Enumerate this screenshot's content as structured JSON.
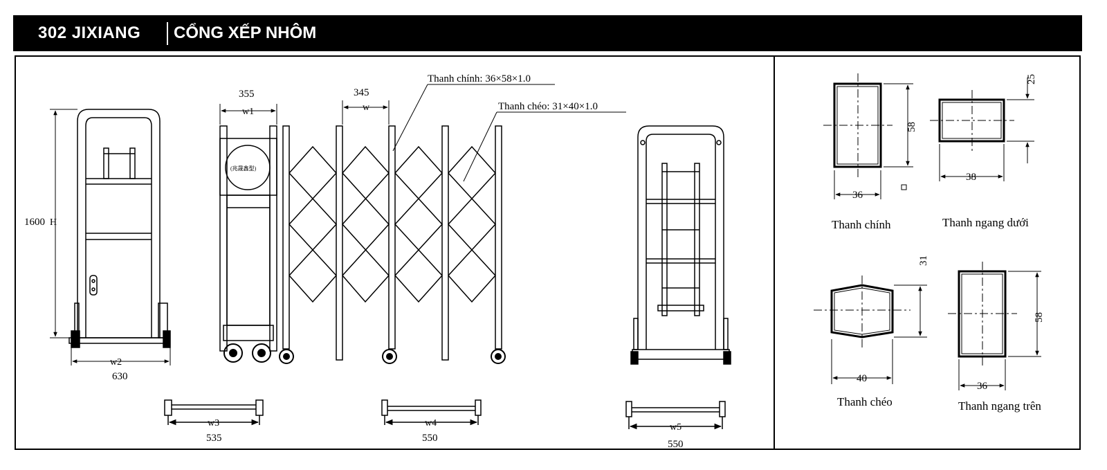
{
  "header": {
    "code": "302 JIXIANG",
    "title": "CỔNG XẾP NHÔM"
  },
  "front_view": {
    "height_value": "1600",
    "height_label": "H",
    "w2_label": "w2",
    "w2_value": "630"
  },
  "gate_view": {
    "w1_value": "355",
    "w1_label": "w1",
    "w_value": "345",
    "w_label": "w",
    "logo_text": "(兆晟鑫型)",
    "callout_main": "Thanh chính: 36×58×1.0",
    "callout_diag": "Thanh chéo: 31×40×1.0"
  },
  "bars": [
    {
      "label": "w3",
      "value": "535"
    },
    {
      "label": "w4",
      "value": "550"
    },
    {
      "label": "w5",
      "value": "550"
    }
  ],
  "profiles": {
    "main": {
      "name": "Thanh chính",
      "height": "58",
      "width": "36"
    },
    "bottom": {
      "name": "Thanh ngang dưới",
      "height": "25",
      "width": "38"
    },
    "diagonal": {
      "name": "Thanh chéo",
      "height": "31",
      "width": "40"
    },
    "top": {
      "name": "Thanh ngang trên",
      "height": "58",
      "width": "36"
    }
  }
}
